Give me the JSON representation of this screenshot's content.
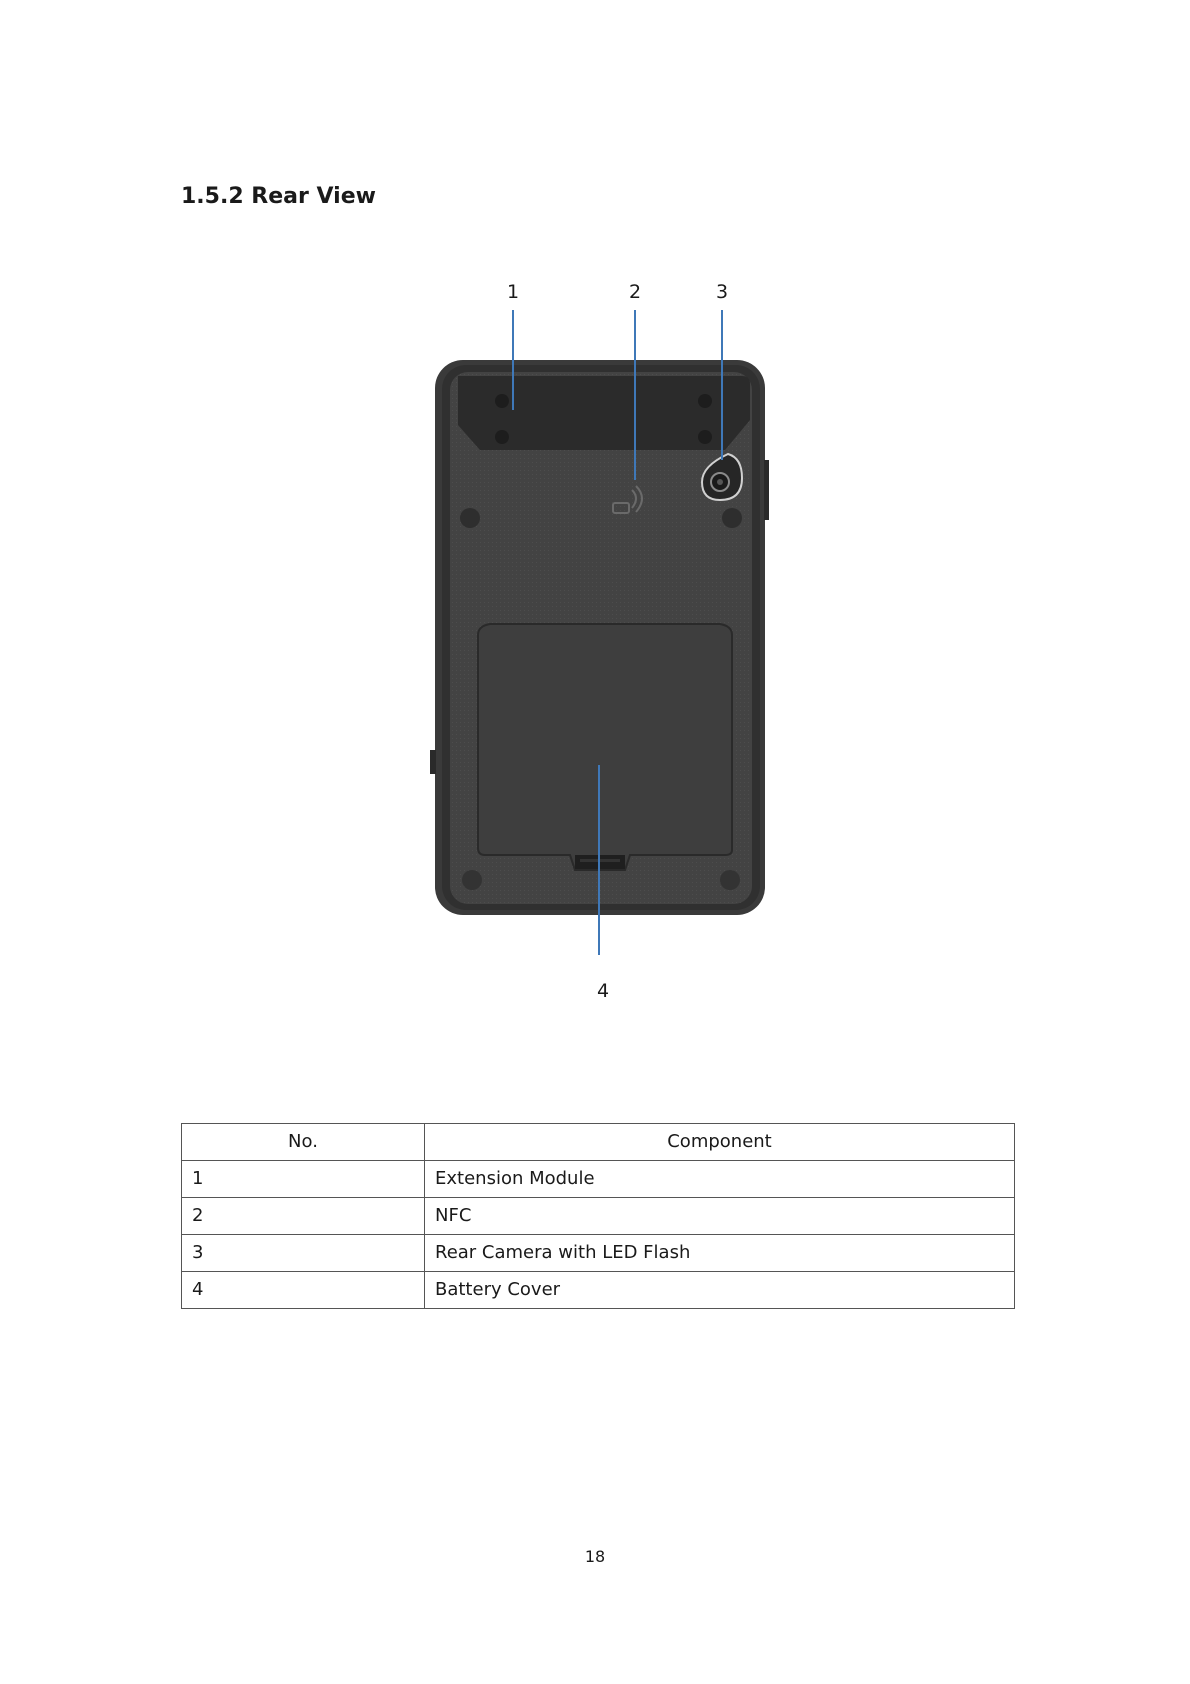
{
  "section": {
    "title": "1.5.2 Rear View"
  },
  "figure": {
    "callouts": [
      {
        "label": "1"
      },
      {
        "label": "2"
      },
      {
        "label": "3"
      },
      {
        "label": "4"
      }
    ],
    "colors": {
      "callout_line": "#3f78b8",
      "device_body": "#3a3a3a",
      "device_panel": "#454545"
    }
  },
  "table": {
    "headers": {
      "no": "No.",
      "component": "Component"
    },
    "rows": [
      {
        "no": "1",
        "component": "Extension Module"
      },
      {
        "no": "2",
        "component": "NFC"
      },
      {
        "no": "3",
        "component": "Rear Camera with LED Flash"
      },
      {
        "no": "4",
        "component": "Battery Cover"
      }
    ]
  },
  "footer": {
    "page_number": "18"
  }
}
